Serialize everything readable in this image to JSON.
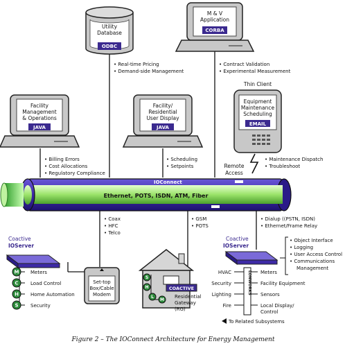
{
  "caption": "Figure 2 – The IOConnect Architecture for Energy Management",
  "database": {
    "line1": "Utility",
    "line2": "Database",
    "tag": "ODBC",
    "bullets": [
      "• Real-time Pricing",
      "• Demand-side Management"
    ]
  },
  "mv_app": {
    "line1": "M & V",
    "line2": "Application",
    "tag": "CORBA",
    "bullets": [
      "• Contract Validation",
      "• Experimental Measurement"
    ]
  },
  "facility_mgmt": {
    "lines": [
      "Facility",
      "Management",
      "& Operations"
    ],
    "tag": "JAVA",
    "bullets": [
      "• Billing Errors",
      "• Cost Allocations",
      "• Regulatory Compliance"
    ]
  },
  "facility_display": {
    "lines": [
      "Facility/",
      "Residential",
      "User Display"
    ],
    "tag": "JAVA",
    "bullets": [
      "• Scheduling",
      "• Setpoints"
    ]
  },
  "thin_client": {
    "title": "Thin Client",
    "lines": [
      "Equipment",
      "Maintenance",
      "Scheduling"
    ],
    "tag": "EMAIL",
    "bullets": [
      "• Maintenance Dispatch",
      "• Troubleshoot"
    ],
    "remote": [
      "Remote",
      "Access"
    ]
  },
  "bus": {
    "name": "IOConnect",
    "protocols": "Ethernet, POTS, ISDN, ATM, Fiber"
  },
  "links_below": {
    "coax": [
      "• Coax",
      "• HFC",
      "• Telco"
    ],
    "gsm": [
      "• GSM",
      "• POTS"
    ],
    "dialup": [
      "• Dialup ((PSTN, ISDN)",
      "• Ethernet/Frame Relay"
    ]
  },
  "left_server": {
    "title": "Coactive",
    "name": "IOServer",
    "items": [
      {
        "letter": "M",
        "label": "Meters"
      },
      {
        "letter": "C",
        "label": "Load Control"
      },
      {
        "letter": "H",
        "label": "Home Automation"
      },
      {
        "letter": "S",
        "label": "Security"
      }
    ]
  },
  "settop": {
    "lines": [
      "Set-top",
      "Box/Cable",
      "Modem"
    ]
  },
  "gateway": {
    "tag": "COACTIVE",
    "lines": [
      "Residential",
      "Gateway",
      "(RG)"
    ],
    "letters": [
      "S",
      "H",
      "L",
      "M"
    ]
  },
  "right_server": {
    "title": "Coactive",
    "name": "IOServer",
    "features": [
      "• Object Interface",
      "• Logging",
      "• User Access Control",
      "• Communications",
      "Management"
    ],
    "left_items": [
      "HVAC",
      "Security",
      "Lighting",
      "Fire"
    ],
    "right_items": [
      "Meters",
      "Facility Equipment",
      "Sensors",
      "Local Display/",
      "Control"
    ],
    "lonworks": "LONWORKS",
    "related": "To Related Subsystems"
  },
  "colors": {
    "bus": "#3d2aa6",
    "green": "#2e8b3c",
    "grey": "#c8c8c8",
    "dark": "#222222"
  }
}
